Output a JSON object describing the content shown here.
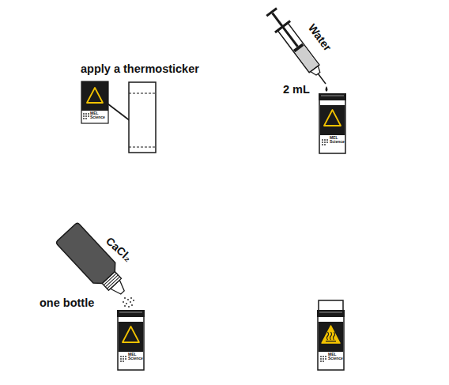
{
  "diagram": {
    "labels": [
      "apply a thermosticker",
      "MEL Science",
      "Water",
      "2 mL",
      "MEL Science",
      "CaCl₂",
      "one bottle",
      "MEL Science",
      "MEL Science"
    ]
  }
}
